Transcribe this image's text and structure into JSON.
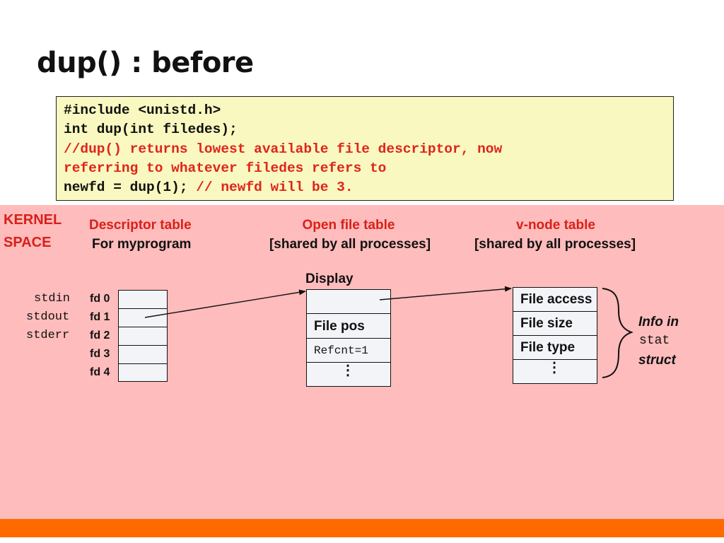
{
  "title": "dup() : before",
  "code": {
    "line1": "#include <unistd.h>",
    "line2": "int dup(int filedes);",
    "line3": "//dup() returns lowest available file descriptor, now",
    "line4": "referring to whatever filedes refers to",
    "line5a": "newfd = dup(1); ",
    "line5b": "// newfd will be 3."
  },
  "kernel": {
    "line1": "KERNEL",
    "line2": "SPACE"
  },
  "descriptor_table": {
    "header": "Descriptor table",
    "sub": "For myprogram",
    "rows": [
      "fd 0",
      "fd 1",
      "fd 2",
      "fd 3",
      "fd 4"
    ]
  },
  "std_names": [
    "stdin",
    "stdout",
    "stderr"
  ],
  "open_file_table": {
    "header": "Open file table",
    "sub": "[shared by all processes]",
    "entry_name": "Display",
    "file_pos": "File pos",
    "refcnt": "Refcnt=1",
    "ellipsis": "⋮"
  },
  "vnode_table": {
    "header": "v-node table",
    "sub": "[shared by all processes]",
    "rows": [
      "File access",
      "File size",
      "File type"
    ],
    "ellipsis": "⋮"
  },
  "info": {
    "line1": "Info in",
    "line2": "stat",
    "line3": "struct"
  },
  "colors": {
    "kernel_bg": "#ffbcbc",
    "accent_red": "#d8201a",
    "code_bg": "#f8f8c0",
    "footer": "#ff6a00",
    "cell_fill": "#f3f4f8"
  }
}
